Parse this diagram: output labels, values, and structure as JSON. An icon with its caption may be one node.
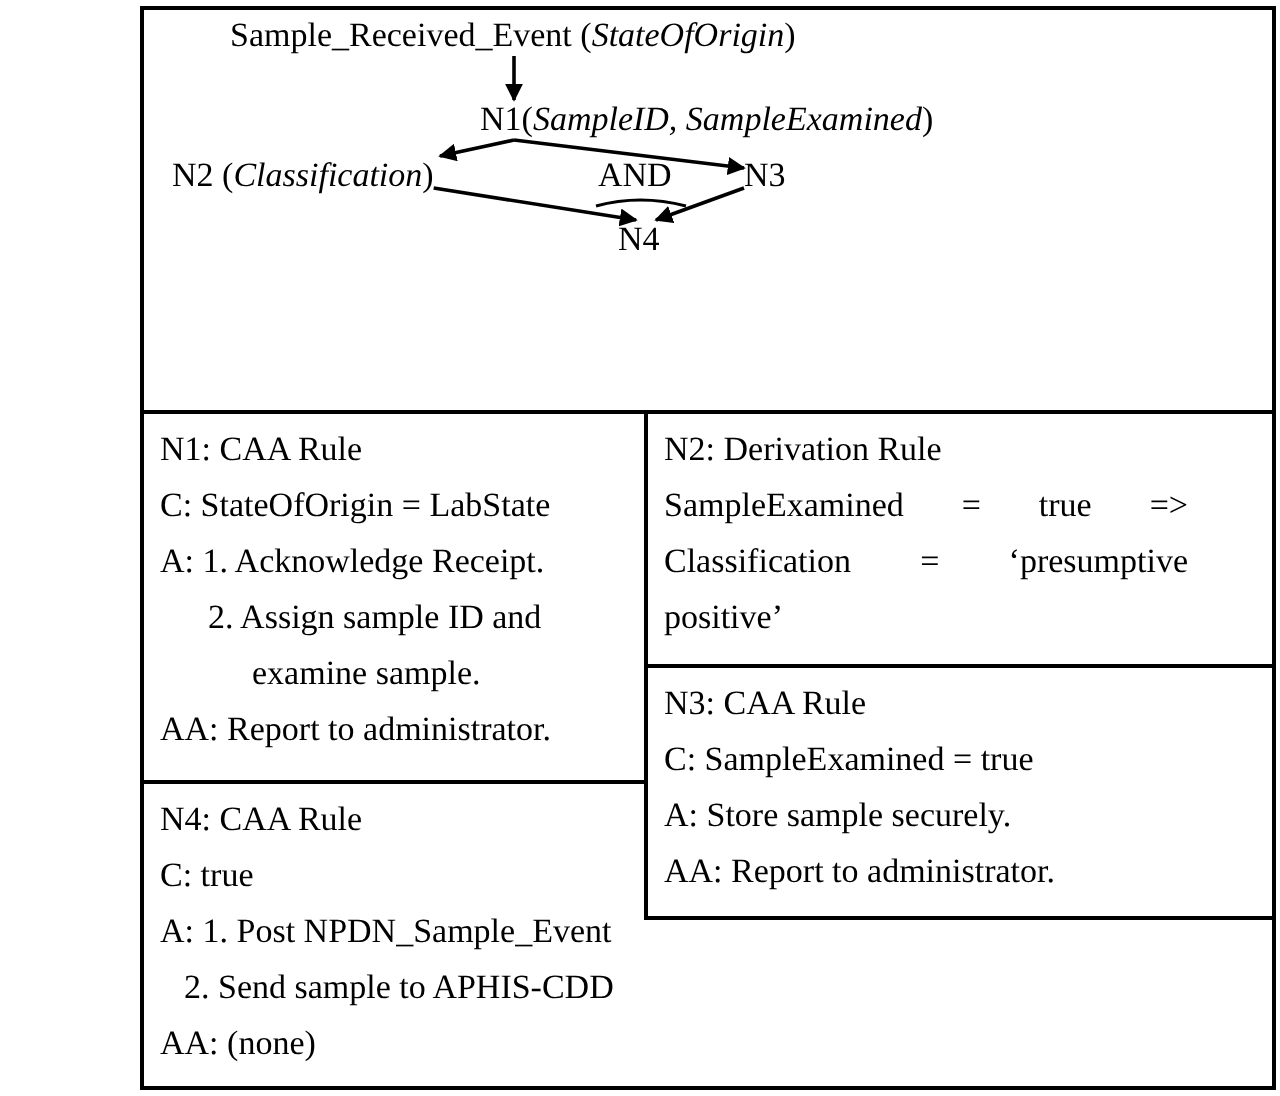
{
  "diagram": {
    "nodes": [
      {
        "text": [
          "Sample_Received_Event (*StateOfOrigin*)"
        ]
      },
      {
        "text": [
          "N1(*SampleID, SampleExamined*)"
        ]
      },
      {
        "text": [
          "N2 (*Classification*)"
        ]
      },
      {
        "text": [
          "N3"
        ]
      },
      {
        "text": [
          "N4"
        ]
      },
      {
        "text": [
          "N1: CAA Rule",
          "C: StateOfOrigin = LabState",
          "A: 1. Acknowledge Receipt.",
          "2. Assign sample ID and examine sample.",
          "AA: Report to administrator."
        ]
      },
      {
        "text": [
          "N2: Derivation Rule",
          "SampleExamined = true => Classification = ‘presumptive positive’"
        ]
      },
      {
        "text": [
          "N4: CAA Rule",
          "C: true",
          "A: 1. Post NPDN_Sample_Event",
          "2. Send sample to APHIS-CDD",
          "AA: (none)"
        ]
      },
      {
        "text": [
          "N3: CAA Rule",
          "C: SampleExamined = true",
          "A: Store sample securely.",
          "AA: Report to administrator."
        ]
      }
    ],
    "edges": [
      {
        "from": 0,
        "to": 1,
        "arrow": "to"
      },
      {
        "from": 1,
        "to": 2,
        "arrow": "to"
      },
      {
        "from": 1,
        "to": 3,
        "arrow": "to"
      },
      {
        "from": 2,
        "to": 4,
        "arrow": "to"
      },
      {
        "from": 3,
        "to": 4,
        "arrow": "to"
      }
    ],
    "labels": [
      "AND"
    ]
  }
}
